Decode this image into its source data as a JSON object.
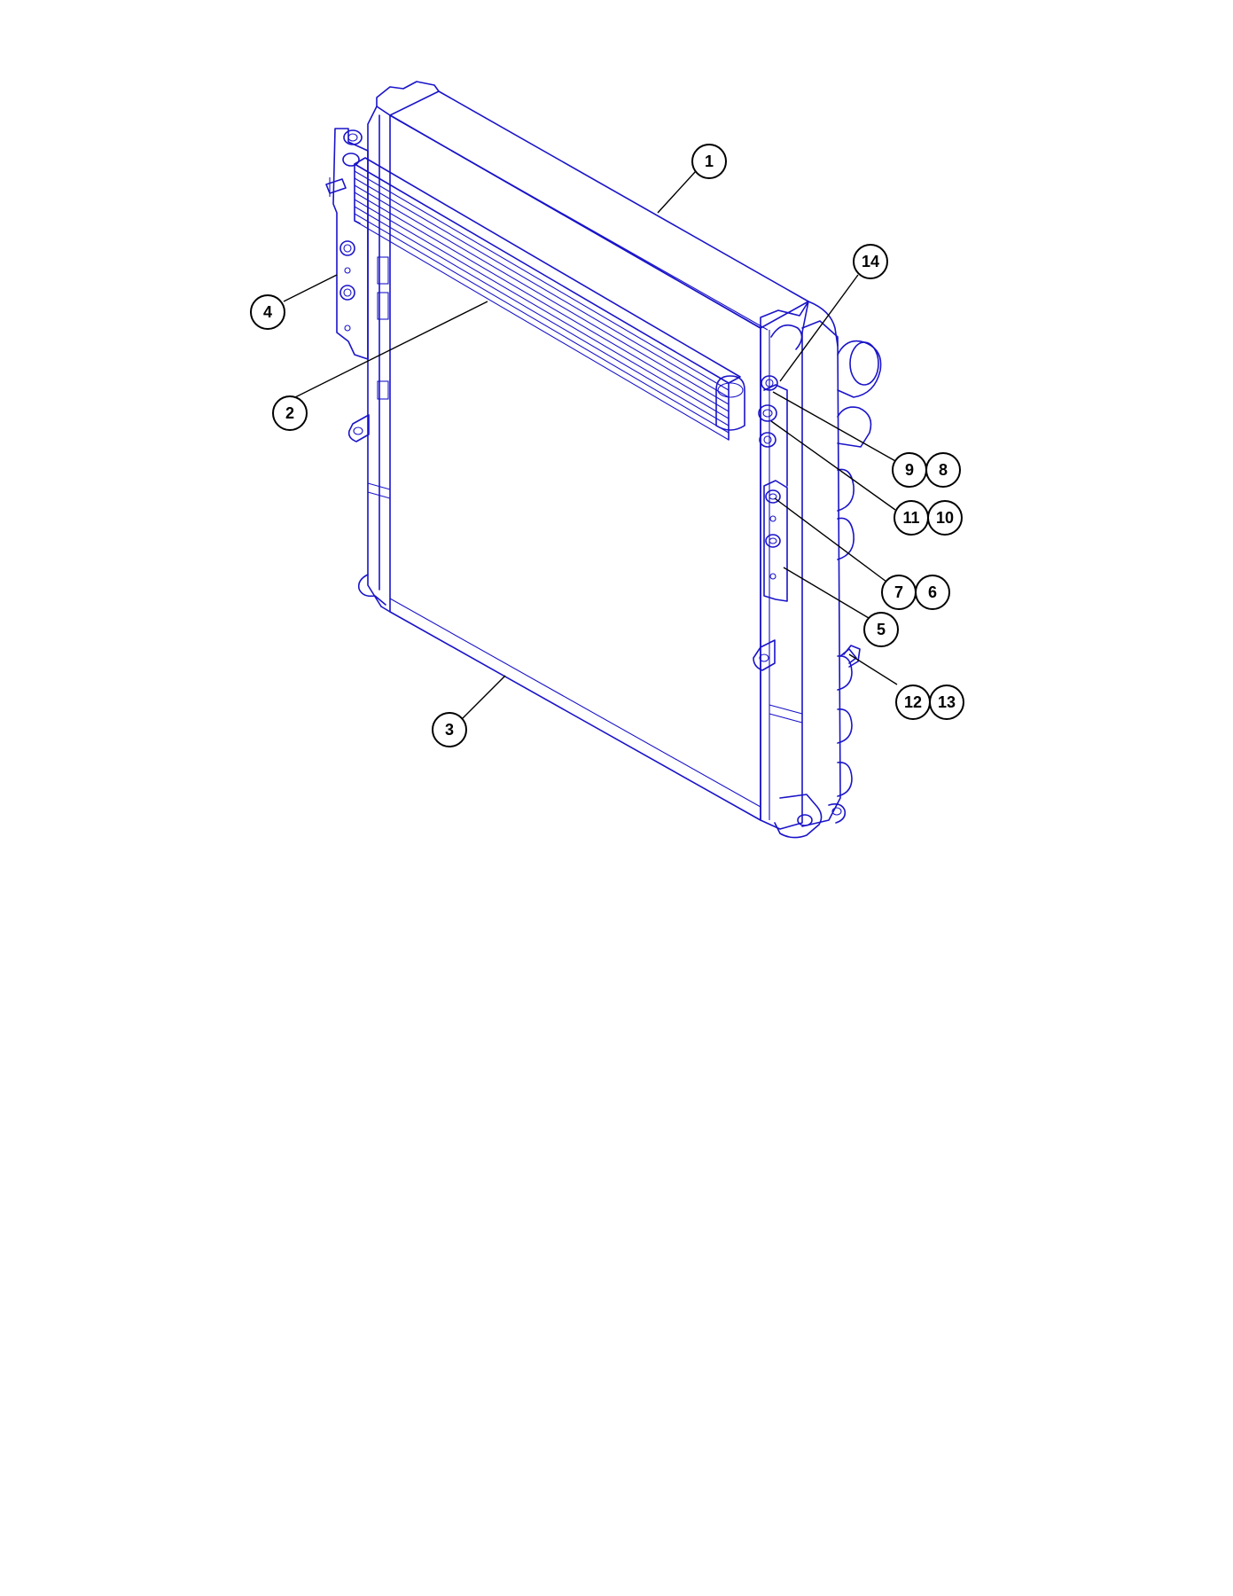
{
  "diagram": {
    "line_color": "#1a14c8",
    "callout_color": "#000000",
    "callouts": [
      {
        "id": "c1",
        "label": "1"
      },
      {
        "id": "c2",
        "label": "2"
      },
      {
        "id": "c3",
        "label": "3"
      },
      {
        "id": "c4",
        "label": "4"
      },
      {
        "id": "c5",
        "label": "5"
      },
      {
        "id": "c6",
        "label": "6"
      },
      {
        "id": "c7",
        "label": "7"
      },
      {
        "id": "c8",
        "label": "8"
      },
      {
        "id": "c9",
        "label": "9"
      },
      {
        "id": "c10",
        "label": "10"
      },
      {
        "id": "c11",
        "label": "11"
      },
      {
        "id": "c12",
        "label": "12"
      },
      {
        "id": "c13",
        "label": "13"
      },
      {
        "id": "c14",
        "label": "14"
      }
    ]
  }
}
